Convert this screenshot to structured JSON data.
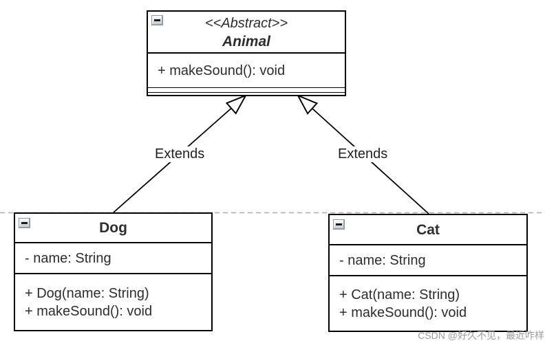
{
  "diagram_type": "uml-class-diagram",
  "classes": {
    "animal": {
      "stereotype": "<<Abstract>>",
      "name": "Animal",
      "attributes": [],
      "methods": [
        "+ makeSound(): void"
      ]
    },
    "dog": {
      "name": "Dog",
      "attributes": [
        "- name: String"
      ],
      "methods": [
        "+ Dog(name: String)",
        "+ makeSound(): void"
      ]
    },
    "cat": {
      "name": "Cat",
      "attributes": [
        "- name: String"
      ],
      "methods": [
        "+ Cat(name: String)",
        "+ makeSound(): void"
      ]
    }
  },
  "edges": [
    {
      "from": "Dog",
      "to": "Animal",
      "type": "generalization",
      "label": "Extends"
    },
    {
      "from": "Cat",
      "to": "Animal",
      "type": "generalization",
      "label": "Extends"
    }
  ],
  "icons": {
    "collapse": "minus-icon"
  },
  "watermark": "CSDN @好久不见，最近咋样",
  "colors": {
    "canvas_background": "#ffffff",
    "box_border": "#000000",
    "text": "#2d2d2d",
    "dashed_guide": "#ababab",
    "watermark": "#9b9b9b"
  }
}
